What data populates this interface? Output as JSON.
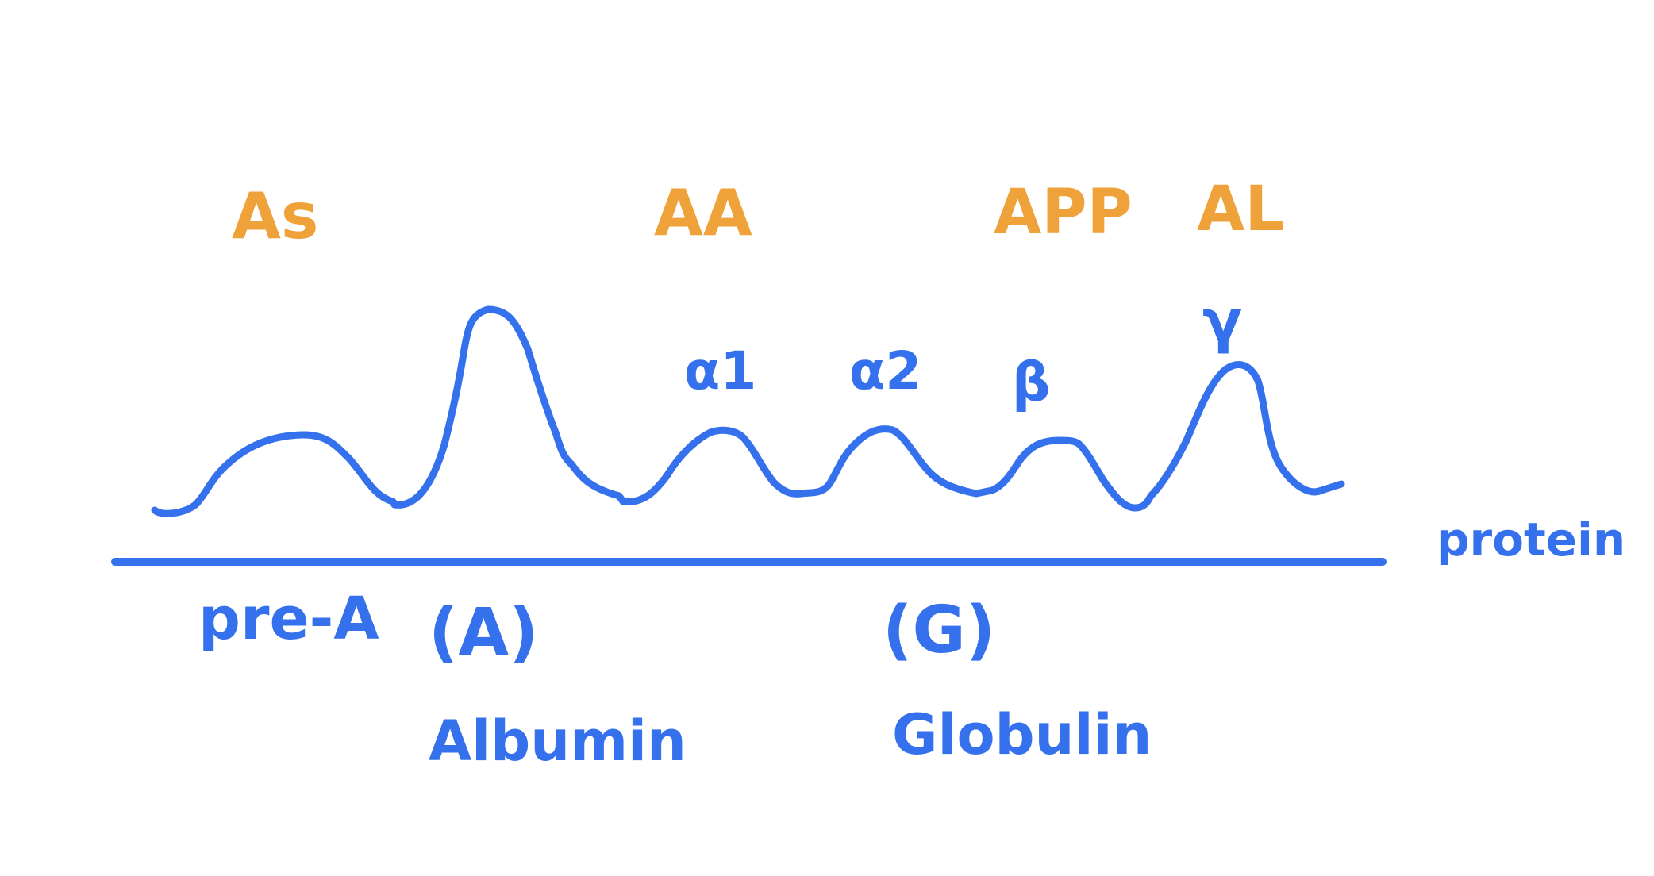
{
  "colors": {
    "curve": "#3571EC",
    "labels_top": "#EFA23A",
    "labels_bottom": "#3571EC",
    "background": "#ffffff"
  },
  "axis_label": "protein",
  "top_labels": [
    "As",
    "AA",
    "APP",
    "AL"
  ],
  "peak_labels": [
    "α1",
    "α2",
    "β",
    "γ"
  ],
  "bottom_labels": {
    "pre_albumin": "pre-A",
    "albumin_abbr": "(A)",
    "albumin": "Albumin",
    "globulin_abbr": "(G)",
    "globulin": "Globulin"
  }
}
